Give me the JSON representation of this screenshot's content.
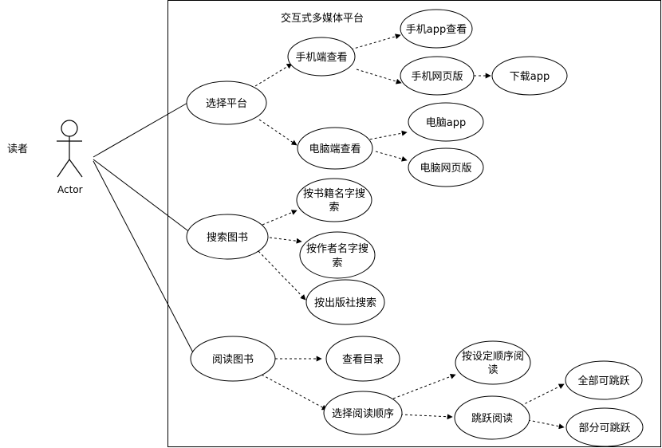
{
  "system_title": "交互式多媒体平台",
  "side_label": "读者",
  "actor_label": "Actor",
  "use_cases": {
    "select_platform": "选择平台",
    "mobile_view": "手机端查看",
    "mobile_app_view": "手机app查看",
    "mobile_web": "手机网页版",
    "download_app": "下载app",
    "pc_view": "电脑端查看",
    "pc_app": "电脑app",
    "pc_web": "电脑网页版",
    "search_books": "搜索图书",
    "by_title_line1": "按书籍名字搜",
    "by_title_line2": "索",
    "by_author_line1": "按作者名字搜",
    "by_author_line2": "索",
    "by_publisher": "按出版社搜索",
    "read_books": "阅读图书",
    "view_catalog": "查看目录",
    "choose_order": "选择阅读顺序",
    "set_order_line1": "按设定顺序阅",
    "set_order_line2": "读",
    "jump_read": "跳跃阅读",
    "all_jump": "全部可跳跃",
    "partial_jump": "部分可跳跃"
  },
  "colors": {
    "stroke": "#000000",
    "background": "#ffffff"
  }
}
